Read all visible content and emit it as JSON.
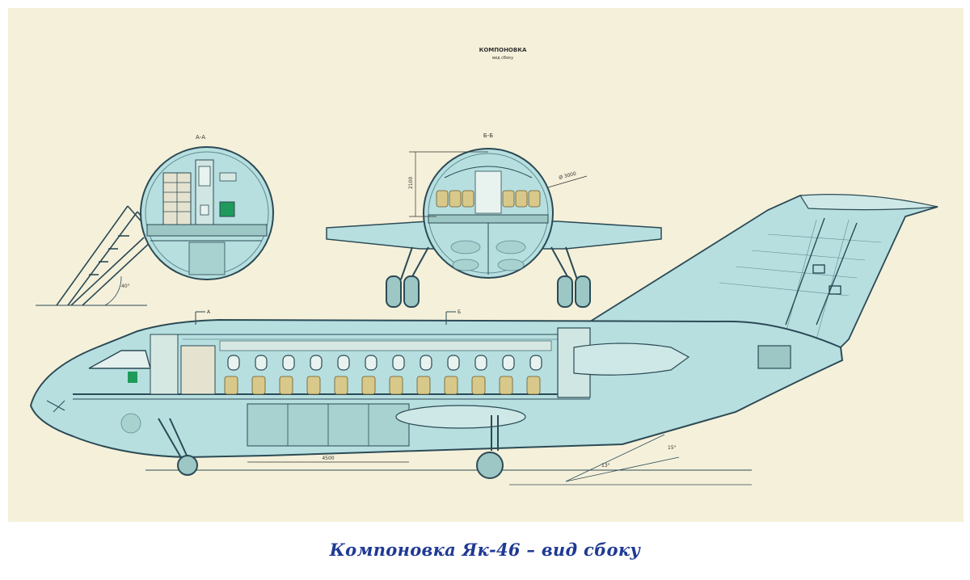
{
  "drawing": {
    "title": "КОМПОНОВКА",
    "subtitle": "вид сбоку",
    "section_a": "А-А",
    "section_b": "Б-Б",
    "marker_a": "А",
    "marker_b": "Б",
    "dim_height": "2100",
    "dim_diameter": "Ø 3000",
    "dim_cargo": "4500",
    "angle_stair": "40°",
    "angle_tail_1": "15°",
    "angle_tail_2": "13°"
  },
  "caption": "Компоновка Як-46 – вид сбоку",
  "colors": {
    "paper": "#f5f0da",
    "fuselage": "#b7dfe0",
    "outline": "#2b4a55",
    "seat": "#d8c88a",
    "caption": "#1f3a93",
    "green_panel": "#1f9a5a"
  }
}
